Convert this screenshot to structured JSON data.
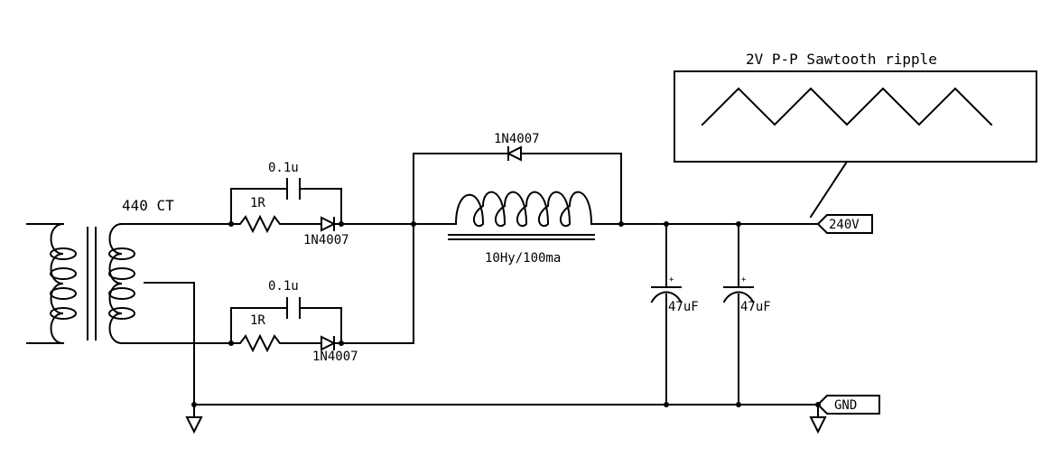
{
  "transformer": {
    "label": "440 CT"
  },
  "upper_branch": {
    "cap": "0.1u",
    "res": "1R",
    "diode": "1N4007"
  },
  "lower_branch": {
    "cap": "0.1u",
    "res": "1R",
    "diode": "1N4007"
  },
  "choke": {
    "label": "10Hy/100ma",
    "bypass_diode": "1N4007"
  },
  "caps": [
    {
      "label": "47uF",
      "polarity": "+"
    },
    {
      "label": "47uF",
      "polarity": "+"
    }
  ],
  "ports": {
    "out": "240V",
    "gnd": "GND"
  },
  "ripple": {
    "title": "2V P-P Sawtooth ripple"
  }
}
